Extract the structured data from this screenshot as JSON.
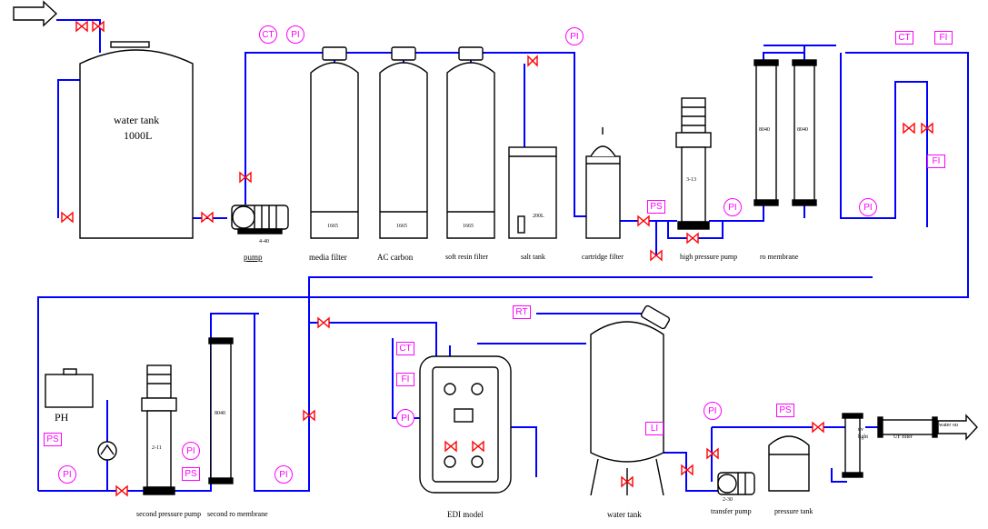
{
  "colors": {
    "pipe": "#0000ff",
    "instrument": "#ff00ff",
    "valve": "#ff0000",
    "equipment": "#000000"
  },
  "equipment": {
    "water_tank_title": "water tank",
    "water_tank_capacity": "1000L",
    "pump1_model": "4-40",
    "pump1_label": "pump",
    "media_filter_label": "media filter",
    "ac_carbon_label": "AC carbon",
    "soft_resin_label": "soft resin filter",
    "salt_tank_label": "salt tank",
    "cartridge_filter_label": "cartridge filter",
    "high_pressure_pump_label": "high pressure pump",
    "ro_membrane_label": "ro membrane",
    "vessel_size_1": "1665",
    "vessel_size_2": "1665",
    "vessel_size_3": "1665",
    "salt_tank_volume": "200L",
    "hp_pump_model": "3-13",
    "membrane_1": "8040",
    "membrane_2": "8040",
    "ph_label": "PH",
    "second_pump_model": "2-11",
    "second_membrane": "8040",
    "second_pressure_pump_label": "second pressure pump",
    "second_ro_membrane_label": "second ro membrane",
    "edi_label": "EDI model",
    "water_tank2_label": "water tank",
    "transfer_pump_model": "2-30",
    "transfer_pump_label": "transfer pump",
    "pressure_tank_label": "pressure tank",
    "uv_light_label": "uv light",
    "uf_filter_label": "UF filter",
    "water_out_label": "water ou"
  },
  "instruments": {
    "ct": "CT",
    "pi": "PI",
    "ps": "PS",
    "fi": "FI",
    "rt": "RT",
    "li": "LI"
  }
}
